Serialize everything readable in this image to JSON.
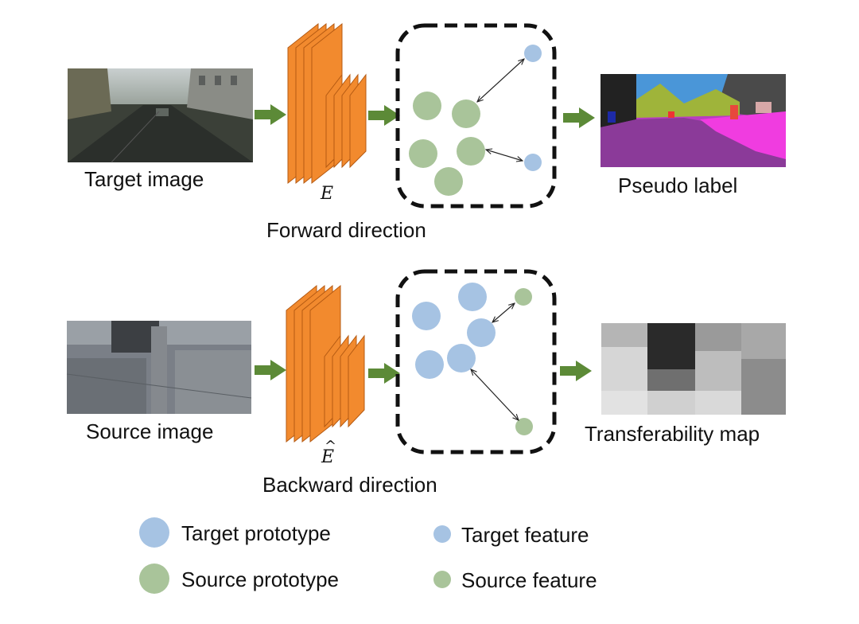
{
  "forward": {
    "input_label": "Target image",
    "encoder_symbol": "E",
    "direction_label": "Forward direction",
    "output_label": "Pseudo label"
  },
  "backward": {
    "input_label": "Source image",
    "encoder_symbol": "E",
    "encoder_accent": "^",
    "direction_label": "Backward direction",
    "output_label": "Transferability map"
  },
  "legend": {
    "target_prototype": "Target prototype",
    "source_prototype": "Source prototype",
    "target_feature": "Target feature",
    "source_feature": "Source feature"
  },
  "colors": {
    "target_blue": "#a6c3e3",
    "source_green": "#a9c49a",
    "encoder_orange": "#f28a2e",
    "arrow_green": "#5c8a37"
  }
}
